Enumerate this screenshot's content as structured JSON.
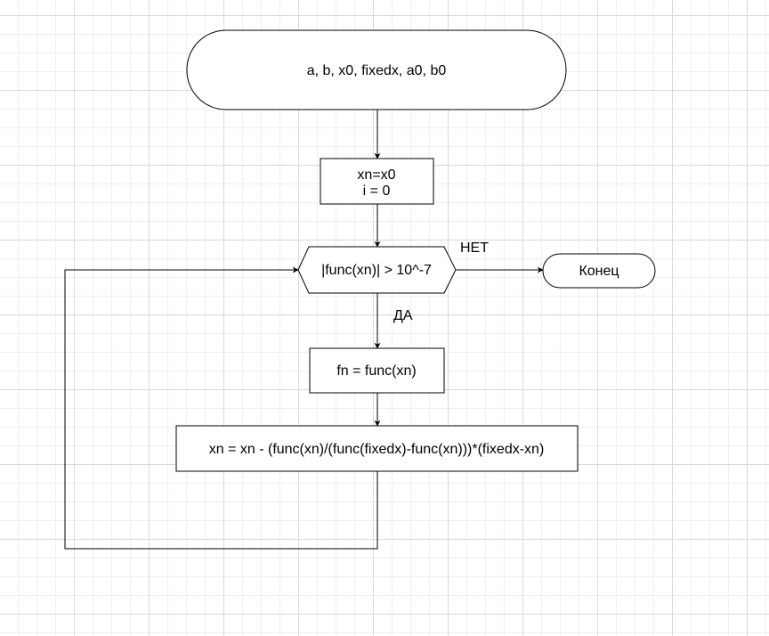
{
  "diagram": {
    "start": {
      "label": "a, b, x0, fixedx, a0, b0"
    },
    "init": {
      "line1": "xn=x0",
      "line2": "i = 0"
    },
    "condition": {
      "label": "|func(xn)| > 10^-7"
    },
    "no_label": "НЕТ",
    "yes_label": "ДА",
    "end": {
      "label": "Конец"
    },
    "step1": {
      "label": "fn = func(xn)"
    },
    "step2": {
      "label": "xn = xn - (func(xn)/(func(fixedx)-func(xn)))*(fixedx-xn)"
    }
  },
  "colors": {
    "stroke": "#000000",
    "fill": "#ffffff",
    "grid_major": "#d9d9d9",
    "grid_minor": "#f0f0f0"
  }
}
